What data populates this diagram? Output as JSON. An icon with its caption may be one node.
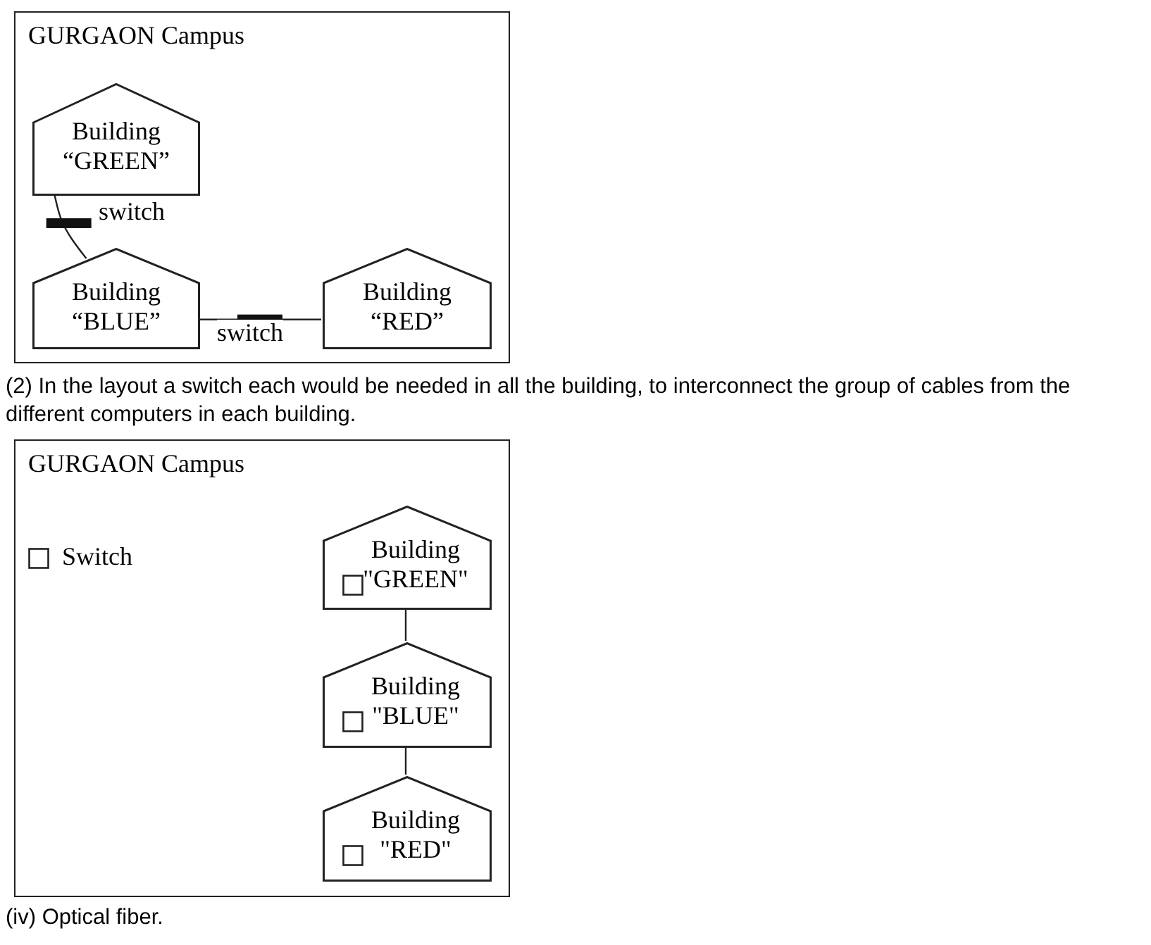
{
  "diagram": {
    "nodes": [
      {
        "text": [
          "GURGAON Campus"
        ]
      },
      {
        "text": [
          "Building “GREEN”"
        ],
        "in": 0
      },
      {
        "text": [
          "Building “BLUE”"
        ],
        "in": 0
      },
      {
        "text": [
          "Building “RED”"
        ],
        "in": 0
      },
      {
        "text": [
          "GURGAON Campus"
        ]
      },
      {
        "text": [
          "Building \"GREEN\""
        ],
        "in": 4
      },
      {
        "text": [
          "Building \"BLUE\""
        ],
        "in": 4
      },
      {
        "text": [
          "Building \"RED\""
        ],
        "in": 4
      }
    ],
    "edges": [
      {
        "from": 1,
        "to": 2,
        "arrow": "none",
        "label": "switch"
      },
      {
        "from": 2,
        "to": 3,
        "arrow": "none",
        "label": "switch"
      },
      {
        "from": 5,
        "to": 6,
        "arrow": "none"
      },
      {
        "from": 6,
        "to": 7,
        "arrow": "none"
      }
    ],
    "labels": [
      "(2) In the layout a switch each would be needed in all the building, to interconnect the group of cables from the different computers in each building.",
      "(iv) Optical fiber."
    ],
    "legend": [
      {
        "text": "Switch"
      }
    ]
  }
}
